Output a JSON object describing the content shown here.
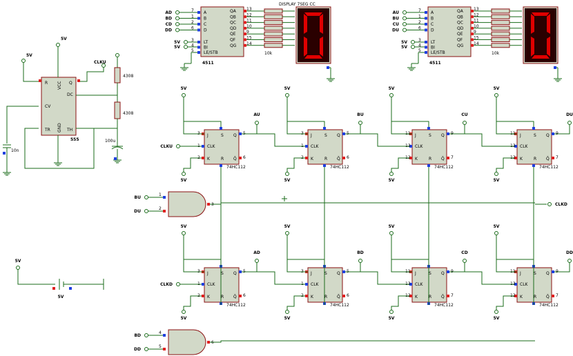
{
  "display_title": "DISPLAY 7SEG CC",
  "decoders": [
    {
      "part": "4511",
      "inputs": [
        "AD",
        "BD",
        "CD",
        "DD"
      ],
      "digit": "0",
      "resistor": "10k"
    },
    {
      "part": "4511",
      "inputs": [
        "AU",
        "BU",
        "CU",
        "DU"
      ],
      "digit": "0",
      "resistor": "10k"
    }
  ],
  "decoder_pins": {
    "left_in": [
      "A",
      "B",
      "C",
      "D"
    ],
    "left_ctl": [
      "LT",
      "BI",
      "LE/STB"
    ],
    "right": [
      "QA",
      "QB",
      "QC",
      "QD",
      "QE",
      "QF",
      "QG"
    ],
    "left_nums_in": [
      "7",
      "1",
      "2",
      "6"
    ],
    "left_nums_ctl": [
      "3",
      "4",
      "5"
    ],
    "right_nums": [
      "13",
      "12",
      "11",
      "10",
      "9",
      "15",
      "14"
    ]
  },
  "supply": "5V",
  "timer": {
    "part": "555",
    "pins": [
      "R",
      "Q",
      "DC",
      "CV",
      "TR",
      "GND",
      "TH",
      "VCC"
    ],
    "r1": "4308",
    "r2": "4308",
    "c1": "10n",
    "c2": "100u",
    "clock_out": "CLKU"
  },
  "ff_part": "74HC112",
  "ff_pins": [
    "J",
    "CLK",
    "K",
    "Q",
    "Q̄",
    "S",
    "R"
  ],
  "upper_row_outputs": [
    "AU",
    "BU",
    "CU",
    "DU"
  ],
  "lower_row_outputs": [
    "AD",
    "BD",
    "CD",
    "DD"
  ],
  "clock_labels": [
    "CLKU",
    "CLKD"
  ],
  "and_upper": {
    "inputs": [
      "BU",
      "DU"
    ],
    "output": "CLKD",
    "pins": [
      "1",
      "2",
      "3"
    ]
  },
  "and_lower": {
    "inputs": [
      "BD",
      "DD"
    ],
    "pins": [
      "4",
      "5",
      "6"
    ]
  }
}
